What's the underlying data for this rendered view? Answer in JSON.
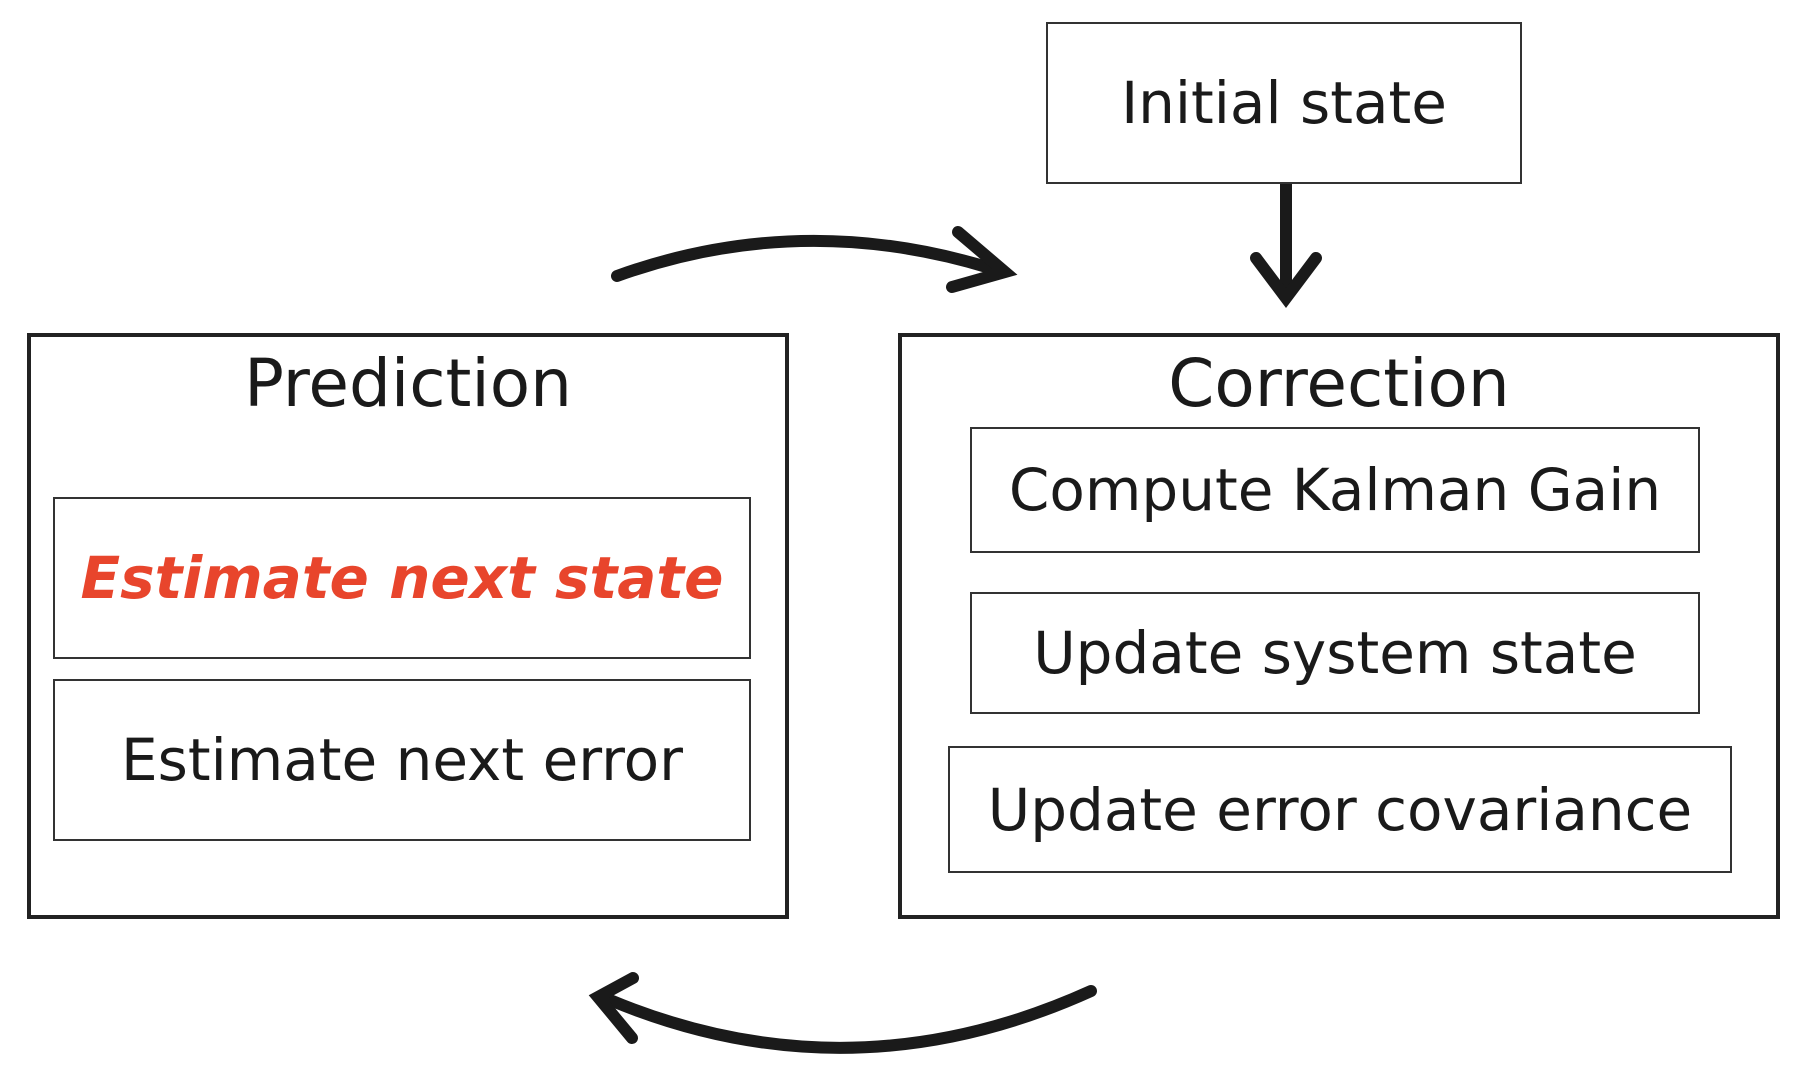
{
  "initial": {
    "label": "Initial state"
  },
  "prediction": {
    "title": "Prediction",
    "steps": [
      {
        "label": "Estimate next state",
        "highlighted": true
      },
      {
        "label": "Estimate next error",
        "highlighted": false
      }
    ]
  },
  "correction": {
    "title": "Correction",
    "steps": [
      {
        "label": "Compute Kalman Gain"
      },
      {
        "label": "Update system state"
      },
      {
        "label": "Update error covariance"
      }
    ]
  },
  "colors": {
    "highlight_text": "#e8452c",
    "stroke": "#1a1a1a"
  }
}
